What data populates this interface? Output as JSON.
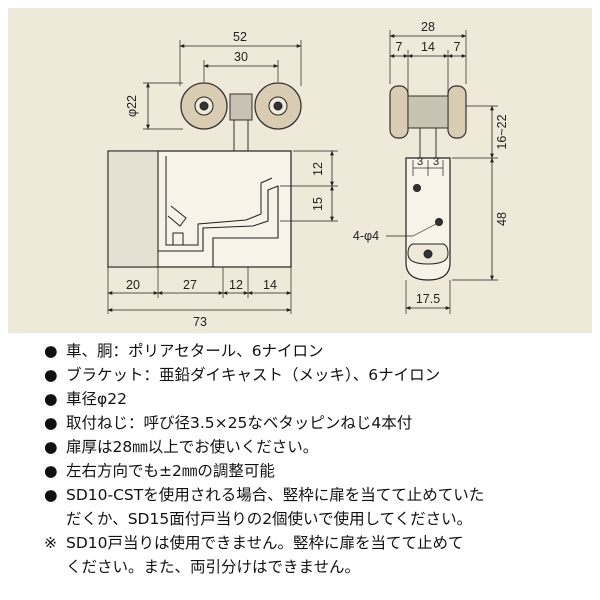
{
  "drawing": {
    "dims": {
      "w52": "52",
      "w30": "30",
      "w28": "28",
      "w7a": "7",
      "w14": "14",
      "w7b": "7",
      "d22": "φ22",
      "h16_22": "16~22",
      "h12": "12",
      "h15": "15",
      "h48": "48",
      "h3a": "3",
      "h3b": "3",
      "holes": "4-φ4",
      "b20": "20",
      "b27": "27",
      "b12": "12",
      "b14": "14",
      "b73": "73",
      "b17_5": "17.5"
    }
  },
  "specs": [
    {
      "bullet": "●",
      "text": "車、胴：ポリアセタール、6ナイロン"
    },
    {
      "bullet": "●",
      "text": "ブラケット：亜鉛ダイキャスト（メッキ）、6ナイロン"
    },
    {
      "bullet": "●",
      "text": "車径φ22"
    },
    {
      "bullet": "●",
      "text": "取付ねじ：呼び径3.5×25なベタッピンねじ4本付"
    },
    {
      "bullet": "●",
      "text": "扉厚は28㎜以上でお使いください。"
    },
    {
      "bullet": "●",
      "text": "左右方向でも±2㎜の調整可能"
    },
    {
      "bullet": "●",
      "text": "SD10-CSTを使用される場合、竪枠に扉を当てて止めていた",
      "cont": "だくか、SD15面付戸当りの2個使いで使用してください。"
    },
    {
      "bullet": "※",
      "text": "SD10戸当りは使用できません。竪枠に扉を当てて止めて",
      "cont": "ください。また、両引分けはできません。"
    }
  ]
}
